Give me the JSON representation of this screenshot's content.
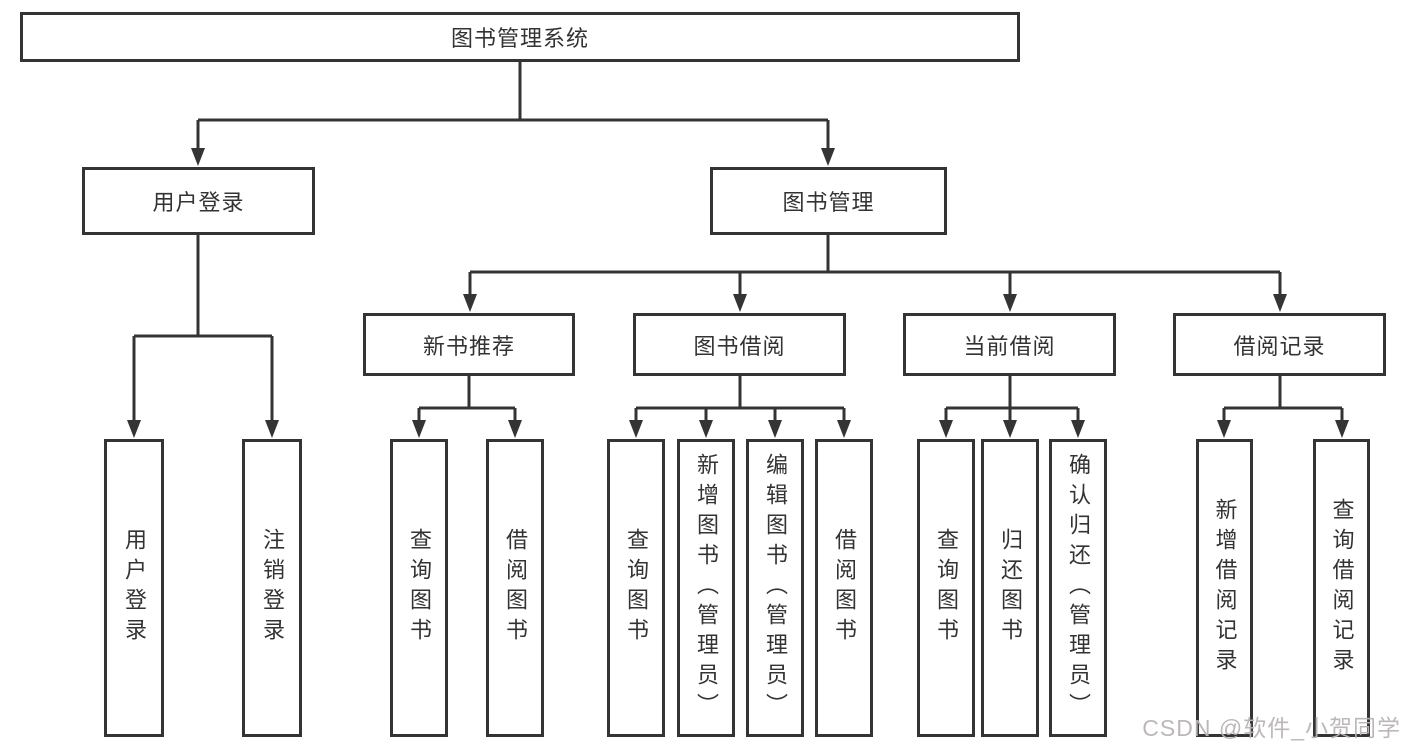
{
  "diagram": {
    "root": "图书管理系统",
    "level2": [
      "用户登录",
      "图书管理"
    ],
    "level3": [
      "新书推荐",
      "图书借阅",
      "当前借阅",
      "借阅记录"
    ],
    "leaves": {
      "user_login": [
        "用户登录",
        "注销登录"
      ],
      "new_book": [
        "查询图书",
        "借阅图书"
      ],
      "book_borrow": [
        "查询图书",
        "新增图书（管理员）",
        "编辑图书（管理员）",
        "借阅图书"
      ],
      "current_borrow": [
        "查询图书",
        "归还图书",
        "确认归还（管理员）"
      ],
      "borrow_records": [
        "新增借阅记录",
        "查询借阅记录"
      ]
    }
  },
  "watermark": "CSDN @软件_小贺同学",
  "colors": {
    "line": "#343434",
    "box_background": "#ffffff",
    "text": "#333333",
    "watermark": "#b8b4b4"
  }
}
